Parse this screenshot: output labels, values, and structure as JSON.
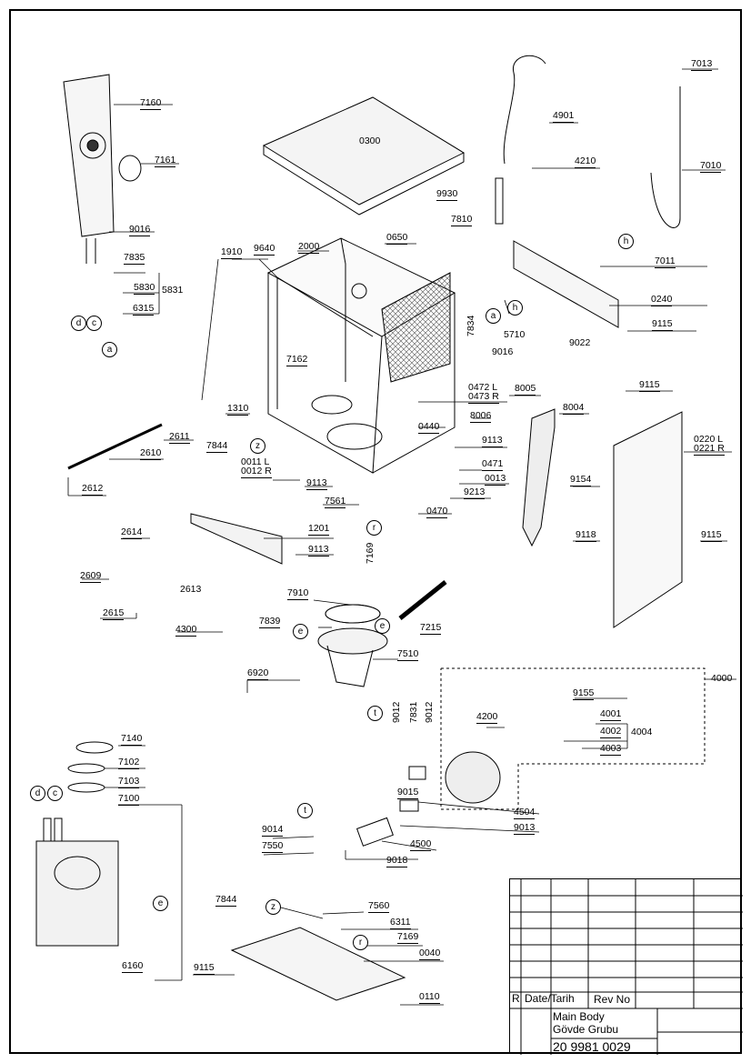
{
  "part_labels": {
    "p7160": "7160",
    "p7161": "7161",
    "p9016a": "9016",
    "p7835": "7835",
    "p5830": "5830",
    "p5831": "5831",
    "p6315": "6315",
    "p0300": "0300",
    "p1910": "1910",
    "p9640": "9640",
    "p2000": "2000",
    "p0650": "0650",
    "p7162": "7162",
    "p1310": "1310",
    "p4901": "4901",
    "p4210": "4210",
    "p9930": "9930",
    "p7810": "7810",
    "p7013": "7013",
    "p7010": "7010",
    "p7011": "7011",
    "p0240": "0240",
    "p9115a": "9115",
    "p7834": "7834",
    "p5710": "5710",
    "p9016b": "9016",
    "p9022": "9022",
    "p2611": "2611",
    "p2610": "2610",
    "p2612": "2612",
    "p7844a": "7844",
    "p0011": "0011 L",
    "p0012": "0012 R",
    "p9113a": "9113",
    "p7561": "7561",
    "p0472": "0472 L",
    "p0473": "0473 R",
    "p8005": "8005",
    "p8004": "8004",
    "p8006": "8006",
    "p0440": "0440",
    "p9113b": "9113",
    "p0471": "0471",
    "p0013": "0013",
    "p9213": "9213",
    "p0470": "0470",
    "p9115b": "9115",
    "p0220": "0220 L",
    "p0221": "0221 R",
    "p9154": "9154",
    "p9118": "9118",
    "p9115c": "9115",
    "p2614": "2614",
    "p1201": "1201",
    "p9113c": "9113",
    "p7169a": "7169",
    "p2609": "2609",
    "p2613": "2613",
    "p2615": "2615",
    "p7910": "7910",
    "p7215": "7215",
    "p4300": "4300",
    "p7839": "7839",
    "p7510": "7510",
    "p6920": "6920",
    "p4000": "4000",
    "p9155": "9155",
    "p4001": "4001",
    "p4002": "4002",
    "p4004": "4004",
    "p4003": "4003",
    "p9012a": "9012",
    "p7831": "7831",
    "p9012b": "9012",
    "p4200": "4200",
    "p7140": "7140",
    "p7102": "7102",
    "p7103": "7103",
    "p7100": "7100",
    "p9015": "9015",
    "p4504": "4504",
    "p9013": "9013",
    "p9014": "9014",
    "p4500": "4500",
    "p7550": "7550",
    "p9018": "9018",
    "p6160": "6160",
    "p7844b": "7844",
    "p7560": "7560",
    "p6311": "6311",
    "p7169b": "7169",
    "p0040": "0040",
    "p9115d": "9115",
    "p0110": "0110"
  },
  "callouts": {
    "a1": "a",
    "c1": "c",
    "d1": "d",
    "a2": "a",
    "h1": "h",
    "h2": "h",
    "z1": "z",
    "r1": "r",
    "e1": "e",
    "e2": "e",
    "t1": "t",
    "t2": "t",
    "d2": "d",
    "c2": "c",
    "e3": "e",
    "z2": "z",
    "r2": "r"
  },
  "title_block": {
    "rev_marker": "R",
    "date_header": "Date/Tarih",
    "rev_header": "Rev No",
    "title_en": "Main Body",
    "title_tr": "Gövde Grubu",
    "drawing_no": "20 9981 0029"
  }
}
